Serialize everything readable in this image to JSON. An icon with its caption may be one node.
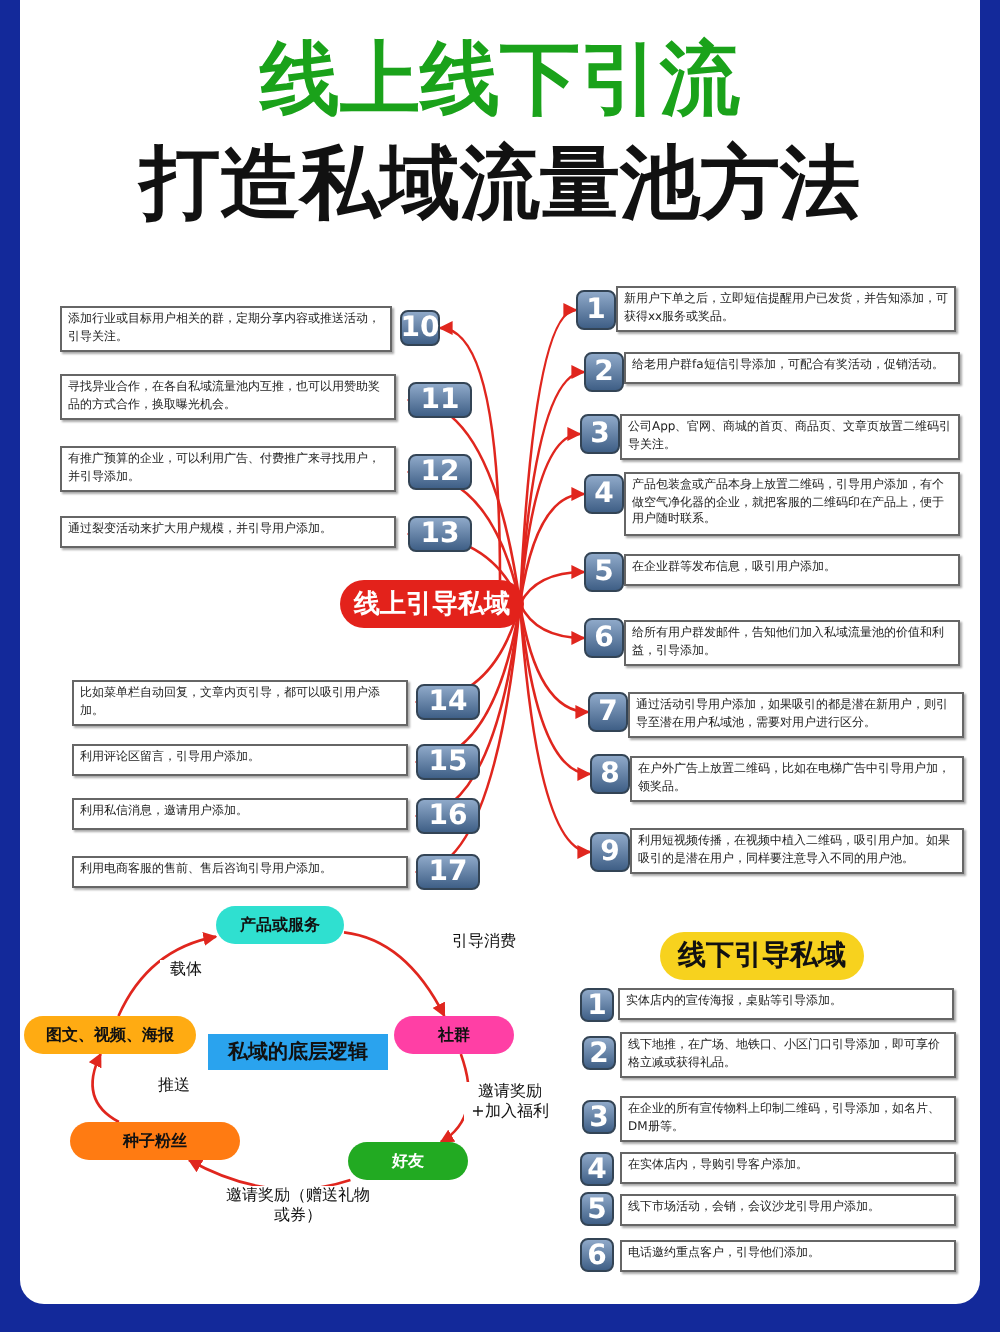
{
  "diagram": {
    "title": "线上线下引流打造私域流量池方法",
    "nodes": [
      {
        "text": [
          "线上引导私域"
        ]
      },
      {
        "text": [
          "1"
        ]
      },
      {
        "text": [
          "新用户下单之后，立即短信提醒用户已发货，并告知添加，可获得xx服务或奖品。"
        ]
      },
      {
        "text": [
          "2"
        ]
      },
      {
        "text": [
          "给老用户群fa短信引导添加，可配合有奖活动，促销活动。"
        ]
      },
      {
        "text": [
          "3"
        ]
      },
      {
        "text": [
          "公司App、官网、商城的首页、商品页、文章页放置二维码引导关注。"
        ]
      },
      {
        "text": [
          "4"
        ]
      },
      {
        "text": [
          "产品包装盒或产品本身上放置二维码，引导用户添加，有个做空气净化器的企业，就把客服的二维码印在产品上，便于用户随时联系。"
        ]
      },
      {
        "text": [
          "5"
        ]
      },
      {
        "text": [
          "在企业群等发布信息，吸引用户添加。"
        ]
      },
      {
        "text": [
          "6"
        ]
      },
      {
        "text": [
          "给所有用户群发邮件，告知他们加入私域流量池的价值和利益，引导添加。"
        ]
      },
      {
        "text": [
          "7"
        ]
      },
      {
        "text": [
          "通过活动引导用户添加，如果吸引的都是潜在新用户，则引导至潜在用户私域池，需要对用户进行区分。"
        ]
      },
      {
        "text": [
          "8"
        ]
      },
      {
        "text": [
          "在户外广告上放置二维码，比如在电梯广告中引导用户加，领奖品。"
        ]
      },
      {
        "text": [
          "9"
        ]
      },
      {
        "text": [
          "利用短视频传播，在视频中植入二维码，吸引用户加。如果吸引的是潜在用户，同样要注意导入不同的用户池。"
        ]
      },
      {
        "text": [
          "10"
        ]
      },
      {
        "text": [
          "添加行业或目标用户相关的群，定期分享内容或推送活动，引导关注。"
        ]
      },
      {
        "text": [
          "11"
        ]
      },
      {
        "text": [
          "寻找异业合作，在各自私域流量池内互推，也可以用赞助奖品的方式合作，换取曝光机会。"
        ]
      },
      {
        "text": [
          "12"
        ]
      },
      {
        "text": [
          "有推广预算的企业，可以利用广告、付费推广来寻找用户，并引导添加。"
        ]
      },
      {
        "text": [
          "13"
        ]
      },
      {
        "text": [
          "通过裂变活动来扩大用户规模，并引导用户添加。"
        ]
      },
      {
        "text": [
          "14"
        ]
      },
      {
        "text": [
          "比如菜单栏自动回复，文章内页引导，都可以吸引用户添加。"
        ]
      },
      {
        "text": [
          "15"
        ]
      },
      {
        "text": [
          "利用评论区留言，引导用户添加。"
        ]
      },
      {
        "text": [
          "16"
        ]
      },
      {
        "text": [
          "利用私信消息，邀请用户添加。"
        ]
      },
      {
        "text": [
          "17"
        ]
      },
      {
        "text": [
          "利用电商客服的售前、售后咨询引导用户添加。"
        ]
      },
      {
        "text": [
          "线下引导私域"
        ]
      },
      {
        "text": [
          "1"
        ]
      },
      {
        "text": [
          "实体店内的宣传海报，桌贴等引导添加。"
        ]
      },
      {
        "text": [
          "2"
        ]
      },
      {
        "text": [
          "线下地推，在广场、地铁口、小区门口引导添加，即可享价格立减或获得礼品。"
        ]
      },
      {
        "text": [
          "3"
        ]
      },
      {
        "text": [
          "在企业的所有宣传物料上印制二维码，引导添加，如名片、DM册等。"
        ]
      },
      {
        "text": [
          "4"
        ]
      },
      {
        "text": [
          "在实体店内，导购引导客户添加。"
        ]
      },
      {
        "text": [
          "5"
        ]
      },
      {
        "text": [
          "线下市场活动，会销，会议沙龙引导用户添加。"
        ]
      },
      {
        "text": [
          "6"
        ]
      },
      {
        "text": [
          "电话邀约重点客户，引导他们添加。"
        ]
      },
      {
        "text": [
          "产品或服务"
        ]
      },
      {
        "text": [
          "图文、视频、海报"
        ]
      },
      {
        "text": [
          "私域的底层逻辑"
        ]
      },
      {
        "text": [
          "社群"
        ]
      },
      {
        "text": [
          "种子粉丝"
        ]
      },
      {
        "text": [
          "好友"
        ]
      }
    ],
    "edges": [
      {
        "from": 0,
        "to": 1,
        "arrow": "to"
      },
      {
        "from": 0,
        "to": 3,
        "arrow": "to"
      },
      {
        "from": 0,
        "to": 5,
        "arrow": "to"
      },
      {
        "from": 0,
        "to": 7,
        "arrow": "to"
      },
      {
        "from": 0,
        "to": 9,
        "arrow": "to"
      },
      {
        "from": 0,
        "to": 11,
        "arrow": "to"
      },
      {
        "from": 0,
        "to": 13,
        "arrow": "to"
      },
      {
        "from": 0,
        "to": 15,
        "arrow": "to"
      },
      {
        "from": 0,
        "to": 17,
        "arrow": "to"
      },
      {
        "from": 0,
        "to": 19,
        "arrow": "to"
      },
      {
        "from": 0,
        "to": 21,
        "arrow": "to"
      },
      {
        "from": 0,
        "to": 23,
        "arrow": "to"
      },
      {
        "from": 0,
        "to": 25,
        "arrow": "to"
      },
      {
        "from": 0,
        "to": 27,
        "arrow": "to"
      },
      {
        "from": 0,
        "to": 29,
        "arrow": "to"
      },
      {
        "from": 0,
        "to": 31,
        "arrow": "to"
      },
      {
        "from": 0,
        "to": 33,
        "arrow": "to"
      },
      {
        "from": 48,
        "to": 51,
        "label": "引导消费",
        "arrow": "to"
      },
      {
        "from": 51,
        "to": 53,
        "label": "邀请奖励+加入福利",
        "arrow": "to"
      },
      {
        "from": 53,
        "to": 52,
        "label": "邀请奖励（赠送礼物或券）",
        "arrow": "to"
      },
      {
        "from": 52,
        "to": 49,
        "label": "推送",
        "arrow": "to"
      },
      {
        "from": 49,
        "to": 48,
        "label": "载体",
        "arrow": "to"
      }
    ]
  }
}
